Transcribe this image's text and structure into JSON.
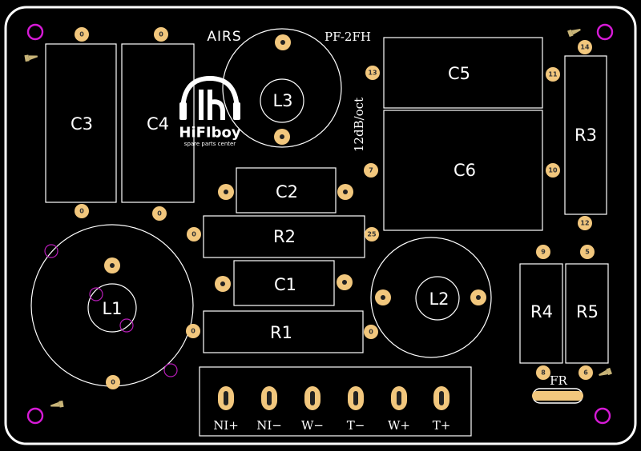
{
  "board": {
    "brand": "AIRS",
    "model": "PF-2FH",
    "slope": "12dB/oct",
    "fr_label": "FR"
  },
  "logo": {
    "name": "HiFIboy",
    "tagline": "spare parts center"
  },
  "components": {
    "C3": "C3",
    "C4": "C4",
    "L3": "L3",
    "C5": "C5",
    "C6": "C6",
    "R3": "R3",
    "C2": "C2",
    "R2": "R2",
    "C1": "C1",
    "R1": "R1",
    "L1": "L1",
    "L2": "L2",
    "R4": "R4",
    "R5": "R5"
  },
  "terminals": [
    "NI+",
    "NI−",
    "W−",
    "T−",
    "W+",
    "T+"
  ],
  "pads": {
    "c3_top": "0",
    "c4_top": "0",
    "c3_bot": "0",
    "c4_bot": "0",
    "c5_left": "13",
    "c5_right": "11",
    "c6_left": "7",
    "c6_right": "10",
    "r3_top": "14",
    "r3_bot": "12",
    "r2_left": "0",
    "r2_right": "25",
    "r1_left": "0",
    "r1_right": "0",
    "l1_bot": "0",
    "r4_top": "9",
    "r5_top": "5",
    "r4_bot": "8",
    "r5_bot": "6"
  },
  "colors": {
    "background": "#000000",
    "silkscreen": "#ffffff",
    "pad": "#f2c77d",
    "mounting_hole": "#d61ad6"
  }
}
